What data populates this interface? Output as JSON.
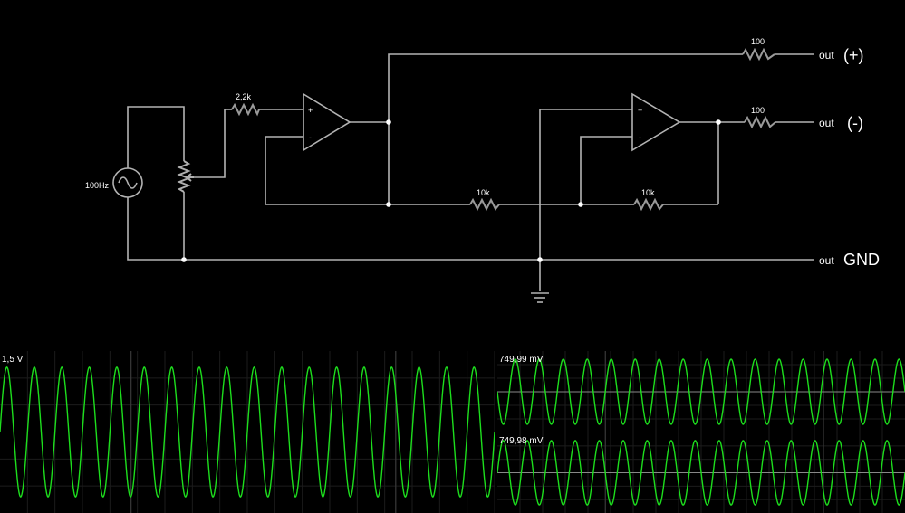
{
  "circuit": {
    "source_label": "100Hz",
    "r_input": "2,2k",
    "r_fb1": "10k",
    "r_fb2": "10k",
    "r_out_pos": "100",
    "r_out_neg": "100",
    "out_word": "out",
    "pos_name": "(+)",
    "neg_name": "(-)",
    "gnd_name": "GND",
    "opamp_plus": "+",
    "opamp_minus": "-"
  },
  "scopes": [
    {
      "label": "1,5 V",
      "cycles": 18,
      "amplitude": 0.8,
      "phase": 0
    },
    {
      "label": "749,99 mV",
      "cycles": 17,
      "amplitude": 0.8,
      "phase": 3.14159
    },
    {
      "label": "749,98 mV",
      "cycles": 17,
      "amplitude": 0.8,
      "phase": 0
    }
  ]
}
